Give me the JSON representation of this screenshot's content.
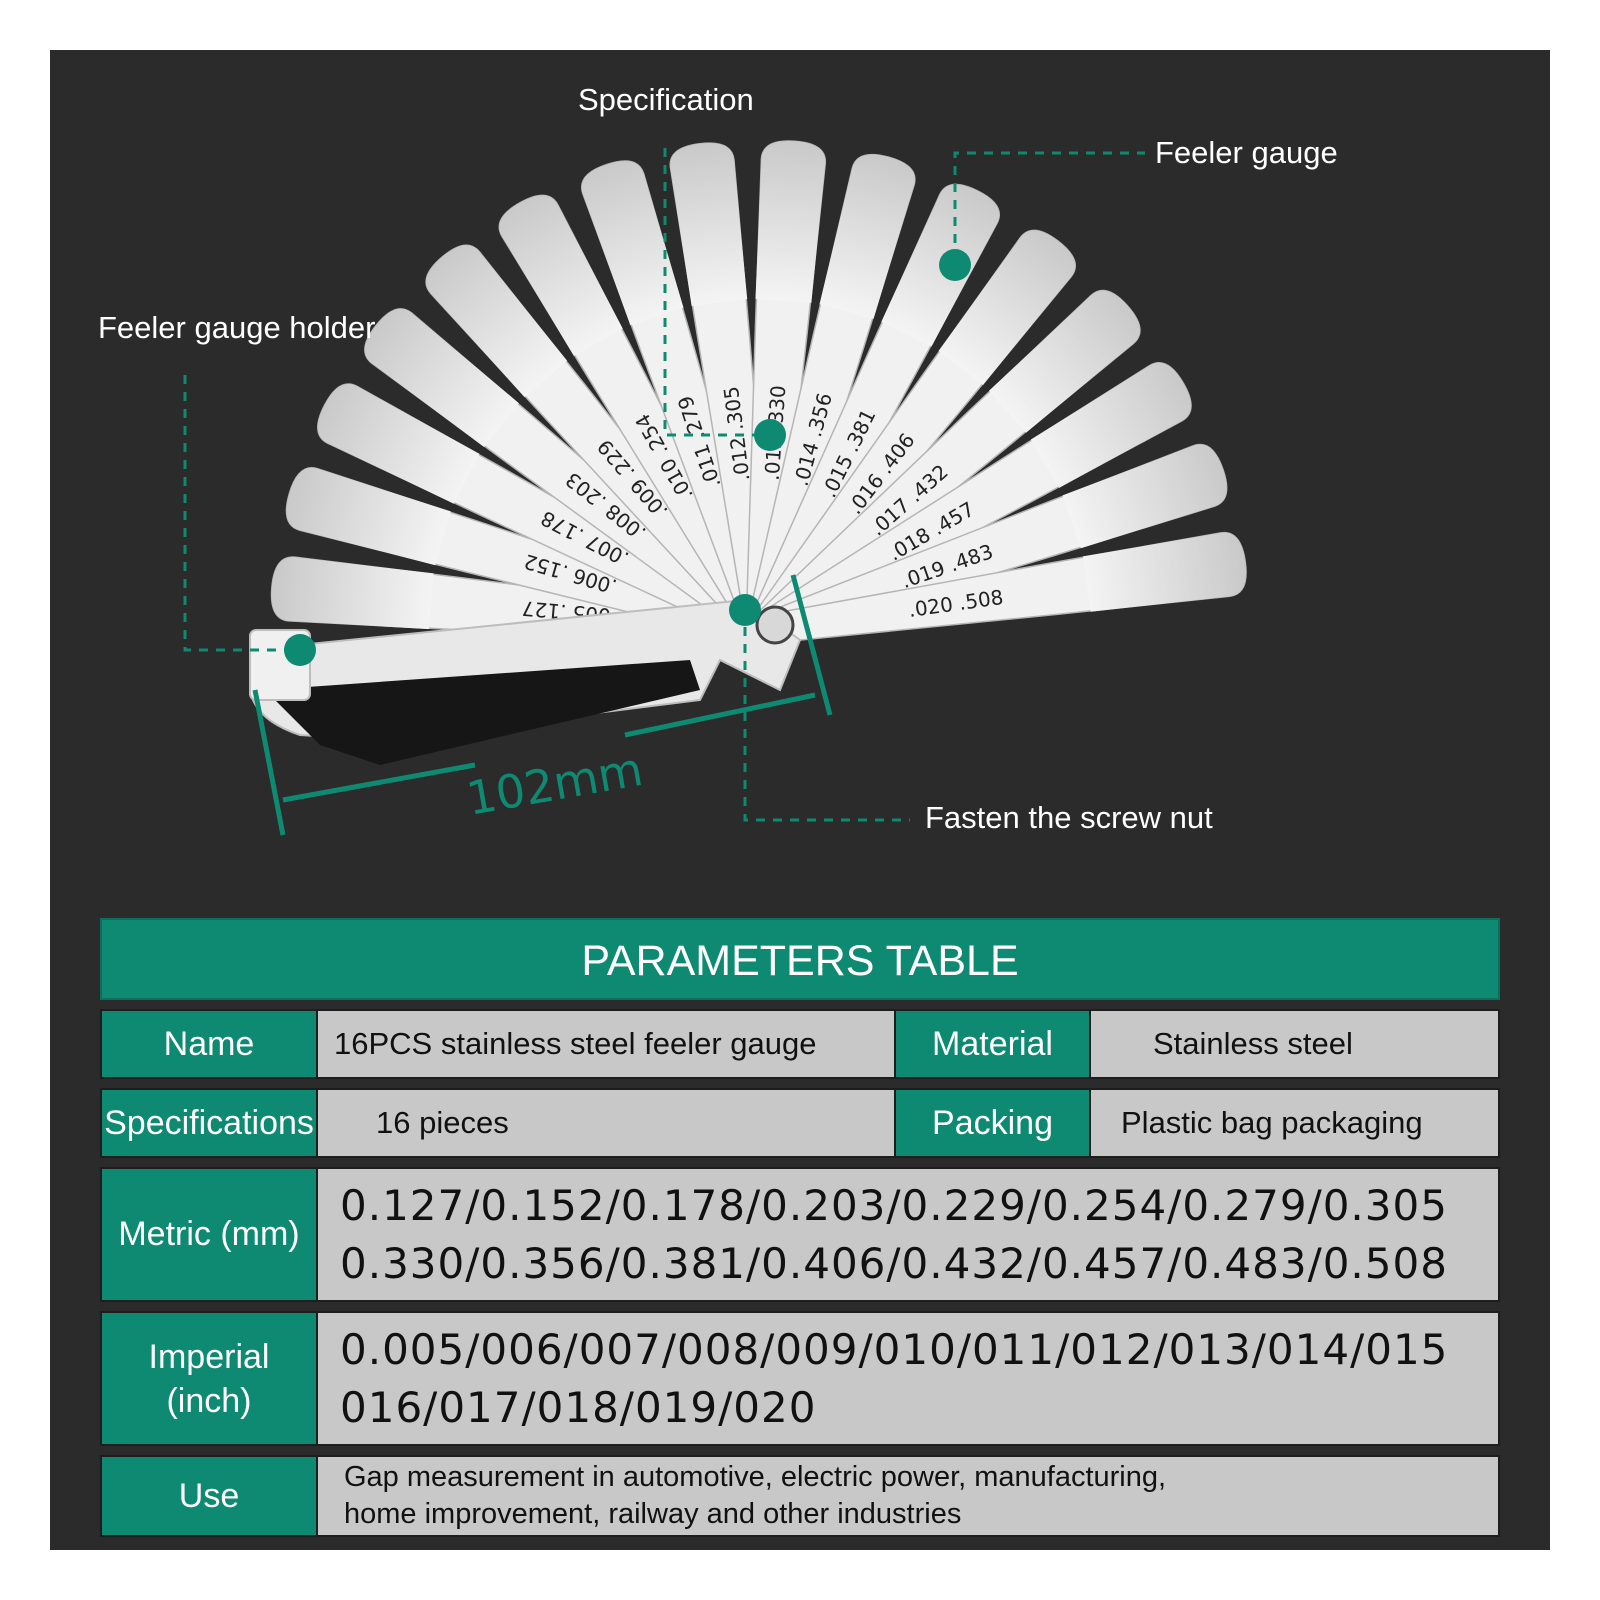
{
  "callouts": {
    "specification": "Specification",
    "feeler_gauge": "Feeler gauge",
    "holder": "Feeler gauge holder",
    "screw_nut": "Fasten the screw nut",
    "length": "102mm"
  },
  "colors": {
    "accent": "#0f8a72",
    "background": "#2b2b2b",
    "cell": "#c8c8c8"
  },
  "blade_labels": [
    "005 .127",
    ".006 .152",
    ".007 .178",
    ".008 .203",
    ".009 .229",
    ".010 .254",
    ".011 .279",
    ".012 .305",
    ".013 .330",
    ".014 .356",
    ".015 .381",
    ".016 .406",
    ".017 .432",
    ".018 .457",
    ".019 .483",
    ".020 .508"
  ],
  "table": {
    "title": "PARAMETERS TABLE",
    "name_label": "Name",
    "name_value": "16PCS stainless steel feeler gauge",
    "material_label": "Material",
    "material_value": "Stainless steel",
    "spec_label": "Specifications",
    "spec_value": "16 pieces",
    "packing_label": "Packing",
    "packing_value": "Plastic bag packaging",
    "metric_label": "Metric (mm)",
    "metric_line1": "0.127/0.152/0.178/0.203/0.229/0.254/0.279/0.305",
    "metric_line2": "0.330/0.356/0.381/0.406/0.432/0.457/0.483/0.508",
    "imperial_label_1": "Imperial",
    "imperial_label_2": "(inch)",
    "imperial_line1": "0.005/006/007/008/009/010/011/012/013/014/015",
    "imperial_line2": "016/017/018/019/020",
    "use_label": "Use",
    "use_line1": "Gap measurement in automotive, electric power, manufacturing,",
    "use_line2": "home improvement, railway and other industries"
  }
}
